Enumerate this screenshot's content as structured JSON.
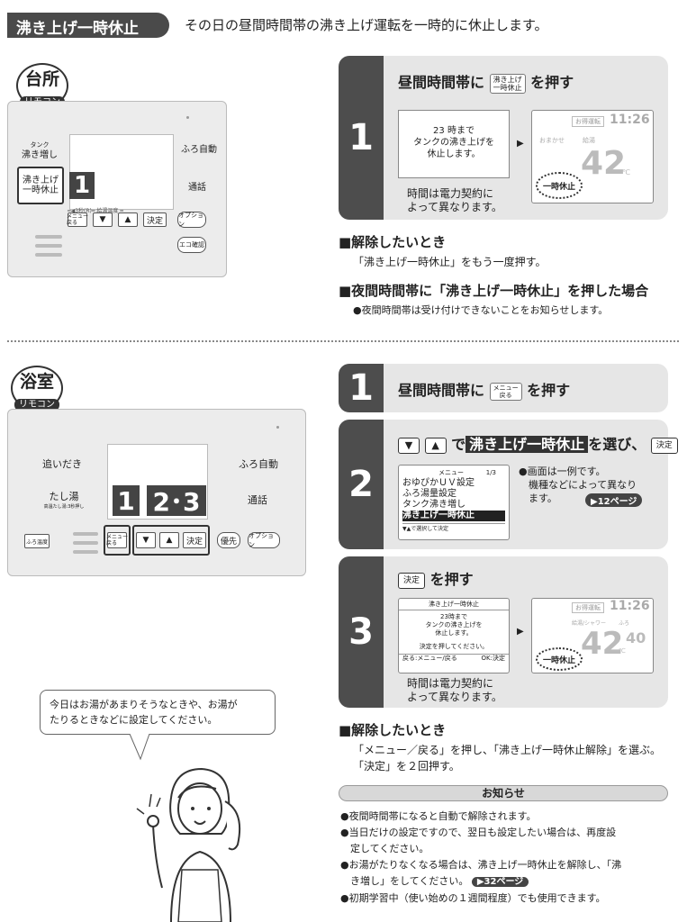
{
  "title": {
    "tag": "沸き上げ一時休止",
    "desc": "その日の昼間時間帯の沸き上げ運転を一時的に休止します。"
  },
  "kitchen": {
    "badge": "台所",
    "badge_sub": "リモコン",
    "tank_small": "タンク",
    "tank_label": "沸き増し",
    "pause_label": "沸き上げ\n一時休止",
    "furo": "ふろ自動",
    "talk": "通話",
    "small_label": "━◀3秒(R)━ 給湯温度 ━",
    "menu": "メニュー\n戻る",
    "down": "▼",
    "up": "▲",
    "ok": "決定",
    "option": "オプション",
    "eco": "エコ確認",
    "callout": "1"
  },
  "kstep1": {
    "num": "1",
    "pre": "昼間時間帯に",
    "btn": "沸き上げ\n一時休止",
    "post": "を押す",
    "msg": "23 時まで\nタンクの沸き上げを\n休止します。",
    "screen_badge": "お得運転",
    "time": "11:26",
    "s_label1": "おまかせ",
    "s_label2": "給湯",
    "temp": "42",
    "unit": "℃",
    "status": "一時休止",
    "note": "時間は電力契約に\nよって異なります。"
  },
  "kcancel": {
    "heading": "■解除したいとき",
    "body": "「沸き上げ一時休止」をもう一度押す。"
  },
  "knight": {
    "heading": "■夜間時間帯に「沸き上げ一時休止」を押した場合",
    "body": "●夜間時間帯は受け付けできないことをお知らせします。"
  },
  "bath": {
    "badge": "浴室",
    "badge_sub": "リモコン",
    "oidaki": "追いだき",
    "furo": "ふろ自動",
    "tashiyu": "たし湯",
    "tashiyu_sub": "高温たし湯:3秒押し",
    "talk": "通話",
    "furo_temp": "ふろ温度",
    "menu": "メニュー\n戻る",
    "down": "▼",
    "up": "▲",
    "ok": "決定",
    "yusen": "優先",
    "option": "オプション",
    "callout1": "1",
    "callout2": "2･3"
  },
  "bstep1": {
    "num": "1",
    "pre": "昼間時間帯に",
    "btn": "メニュー\n戻る",
    "post": "を押す"
  },
  "bstep2": {
    "num": "2",
    "down": "▼",
    "up": "▲",
    "de": "で",
    "hl": "沸き上げ一時休止",
    "sel": "を選び、",
    "ok": "決定",
    "menu_title": "メニュー",
    "menu_page": "1/3",
    "menu_items": [
      "おゆぴかＵＶ設定",
      "ふろ湯量設定",
      "タンク沸き増し",
      "沸き上げ一時休止"
    ],
    "menu_footer": "▼▲で選択して決定",
    "note": "●画面は一例です。\n　機種などによって異なり\n　ます。",
    "ref": "▶12ページ"
  },
  "bstep3": {
    "num": "3",
    "btn": "決定",
    "post": "を押す",
    "msg_title": "沸き上げ一時休止",
    "msg": "23時まで\nタンクの沸き上げを\n休止します。",
    "msg_confirm": "決定を押してください。",
    "msg_back": "戻る:メニュー/戻る",
    "msg_ok": "OK:決定",
    "screen_badge": "お得運転",
    "time": "11:26",
    "s_label1": "給湯/シャワー",
    "s_label2": "ふろ",
    "temp": "42",
    "unit": "℃",
    "temp2": "40",
    "status": "一時休止",
    "note": "時間は電力契約に\nよって異なります。"
  },
  "speech": "今日はお湯があまりそうなときや、お湯が\nたりるときなどに設定してください。",
  "bcancel": {
    "heading": "■解除したいとき",
    "body": "「メニュー／戻る」を押し、「沸き上げ一時休止解除」を選ぶ。\n「決定」を２回押す。"
  },
  "notice": {
    "title": "お知らせ",
    "items": [
      "●夜間時間帯になると自動で解除されます。",
      "●当日だけの設定ですので、翌日も設定したい場合は、再度設\n　定してください。",
      "●お湯がたりなくなる場合は、沸き上げ一時休止を解除し、「沸\n　き増し」をしてください。",
      "●初期学習中（使い始めの１週間程度）でも使用できます。"
    ],
    "ref": "▶32ページ"
  }
}
